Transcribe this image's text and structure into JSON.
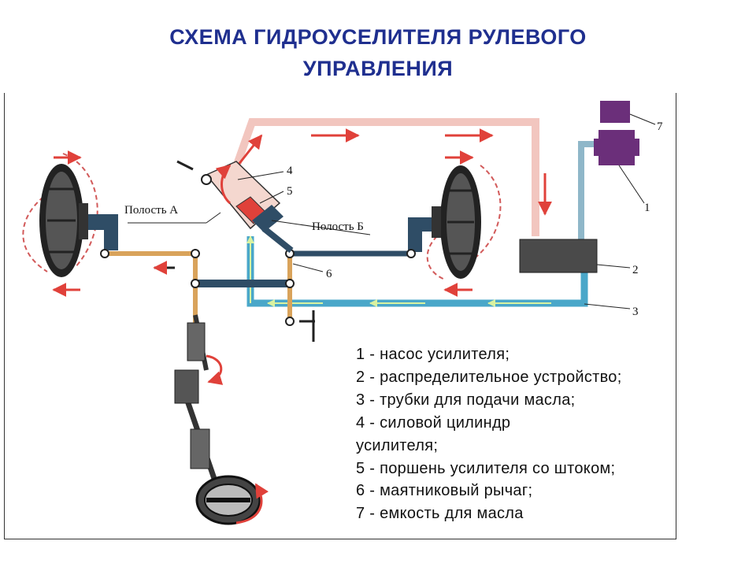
{
  "title": {
    "line1": "СХЕМА ГИДРОУСЕЛИТЕЛЯ РУЛЕВОГО",
    "line2": "УПРАВЛЕНИЯ"
  },
  "diagram": {
    "cavity_a": "Полость А",
    "cavity_b": "Полость Б",
    "callouts": [
      "1",
      "2",
      "3",
      "4",
      "5",
      "6",
      "7"
    ]
  },
  "legend": [
    "1 - насос усилителя;",
    "2 - распределительное устройство;",
    "3 - трубки для подачи масла;",
    "4 - силовой цилиндр",
    "усилителя;",
    "5 - поршень усилителя со штоком;",
    "6 - маятниковый рычаг;",
    "7 - емкость для масла"
  ],
  "colors": {
    "title": "#1f2f8f",
    "pressure_line": "#f2c6bf",
    "return_line": "#4aa7c9",
    "rods": "#d9a35b",
    "arms": "#2f4d66",
    "pump": "#6b2f7a",
    "arrows": "#e0413a"
  }
}
